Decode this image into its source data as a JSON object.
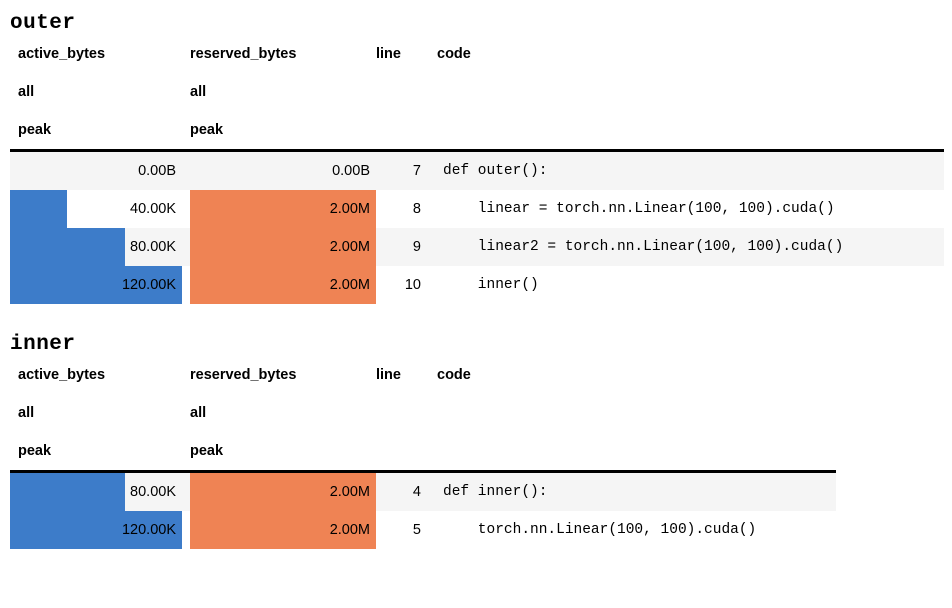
{
  "colors": {
    "active_bar": "#3d7cc9",
    "reserved_bar": "#ef8354",
    "row_stripe": "#f5f5f5",
    "row_plain": "#ffffff",
    "header_rule": "#000000",
    "text": "#000000"
  },
  "columns": {
    "active_bytes": "active_bytes",
    "reserved_bytes": "reserved_bytes",
    "line": "line",
    "code": "code",
    "sub_all": "all",
    "sub_peak": "peak"
  },
  "sections": [
    {
      "id": "outer",
      "title": "outer",
      "header": {
        "level1": [
          "active_bytes",
          "reserved_bytes",
          "line",
          "code"
        ],
        "level2": [
          "all",
          "all",
          "",
          ""
        ],
        "level3": [
          "peak",
          "peak",
          "",
          ""
        ]
      },
      "rows": [
        {
          "active_value": "0.00B",
          "active_pct": 0,
          "reserved_value": "0.00B",
          "reserved_pct": 0,
          "line": "7",
          "code": "def outer():",
          "stripe": true
        },
        {
          "active_value": "40.00K",
          "active_pct": 33.3,
          "reserved_value": "2.00M",
          "reserved_pct": 100,
          "line": "8",
          "code": "    linear = torch.nn.Linear(100, 100).cuda()",
          "stripe": false
        },
        {
          "active_value": "80.00K",
          "active_pct": 66.7,
          "reserved_value": "2.00M",
          "reserved_pct": 100,
          "line": "9",
          "code": "    linear2 = torch.nn.Linear(100, 100).cuda()",
          "stripe": true
        },
        {
          "active_value": "120.00K",
          "active_pct": 100,
          "reserved_value": "2.00M",
          "reserved_pct": 100,
          "line": "10",
          "code": "    inner()",
          "stripe": false
        }
      ]
    },
    {
      "id": "inner",
      "title": "inner",
      "header": {
        "level1": [
          "active_bytes",
          "reserved_bytes",
          "line",
          "code"
        ],
        "level2": [
          "all",
          "all",
          "",
          ""
        ],
        "level3": [
          "peak",
          "peak",
          "",
          ""
        ]
      },
      "rows": [
        {
          "active_value": "80.00K",
          "active_pct": 66.7,
          "reserved_value": "2.00M",
          "reserved_pct": 100,
          "line": "4",
          "code": "def inner():",
          "stripe": true
        },
        {
          "active_value": "120.00K",
          "active_pct": 100,
          "reserved_value": "2.00M",
          "reserved_pct": 100,
          "line": "5",
          "code": "    torch.nn.Linear(100, 100).cuda()",
          "stripe": false
        }
      ]
    }
  ],
  "chart_data": {
    "type": "bar",
    "title": "CUDA memory profile per source line",
    "orientation": "horizontal",
    "grid": false,
    "legend": null,
    "series": [
      {
        "name": "active_bytes all peak",
        "color": "#3d7cc9",
        "unit": "bytes",
        "max": 122880,
        "values": [
          0,
          40960,
          81920,
          122880,
          81920,
          122880
        ],
        "labels": [
          "0.00B",
          "40.00K",
          "80.00K",
          "120.00K",
          "80.00K",
          "120.00K"
        ]
      },
      {
        "name": "reserved_bytes all peak",
        "color": "#ef8354",
        "unit": "bytes",
        "max": 2097152,
        "values": [
          0,
          2097152,
          2097152,
          2097152,
          2097152,
          2097152
        ],
        "labels": [
          "0.00B",
          "2.00M",
          "2.00M",
          "2.00M",
          "2.00M",
          "2.00M"
        ]
      }
    ],
    "categories": [
      "outer:7 def outer():",
      "outer:8 linear = torch.nn.Linear(100, 100).cuda()",
      "outer:9 linear2 = torch.nn.Linear(100, 100).cuda()",
      "outer:10 inner()",
      "inner:4 def inner():",
      "inner:5 torch.nn.Linear(100, 100).cuda()"
    ],
    "xlabel": "",
    "ylabel": ""
  }
}
